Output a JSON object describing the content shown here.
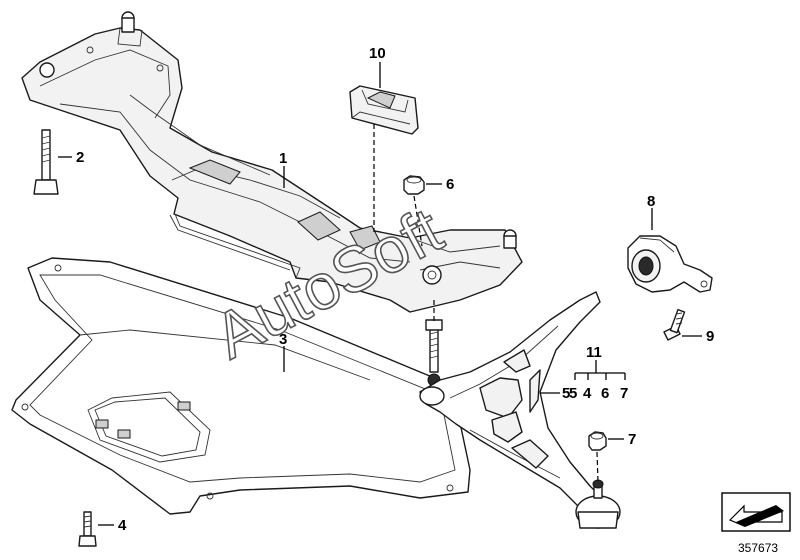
{
  "callouts": {
    "c1": "1",
    "c2": "2",
    "c3": "3",
    "c4": "4",
    "c5": "5",
    "c6": "6",
    "c7": "7",
    "c8": "8",
    "c9": "9",
    "c10": "10",
    "c11": "11",
    "c11_sub5": "5",
    "c11_sub4": "4",
    "c11_sub6": "6",
    "c11_sub7": "7"
  },
  "watermark": "AutoSoft",
  "diagram_id": "357673",
  "nav_icon": "arrow-icon",
  "colors": {
    "line": "#1a1a1a",
    "background": "#ffffff"
  }
}
